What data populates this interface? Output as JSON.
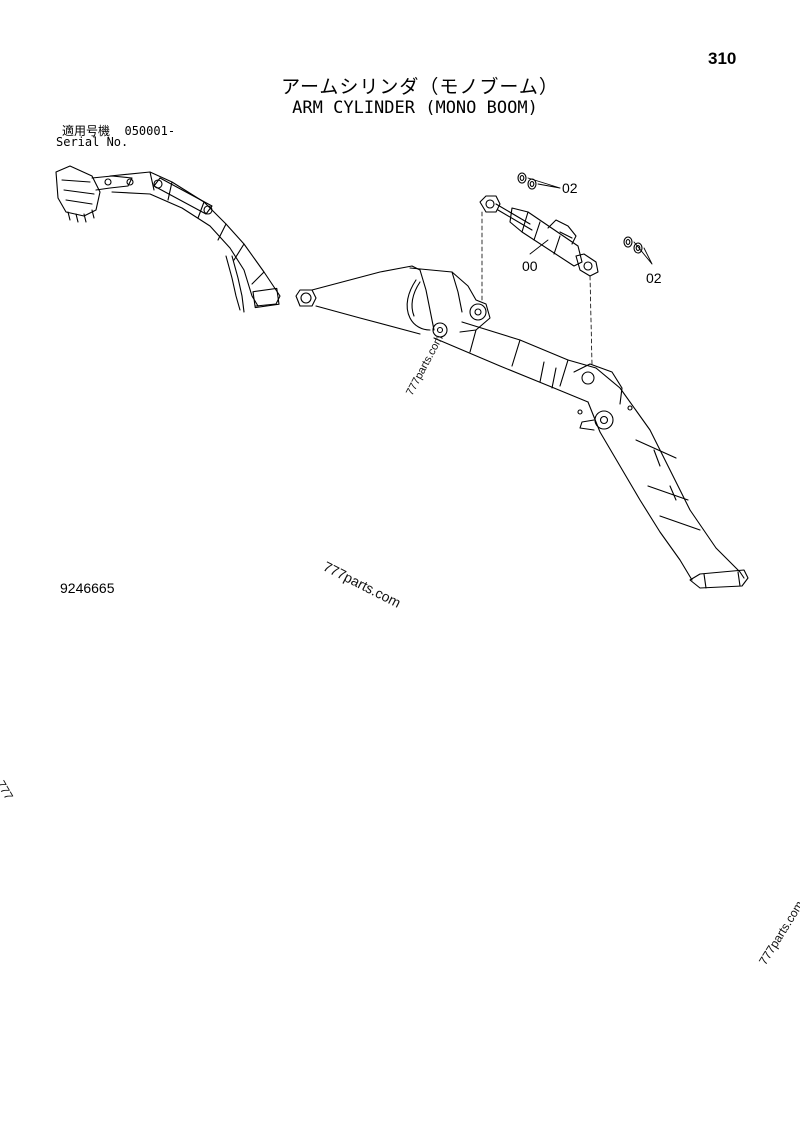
{
  "page": {
    "number": "310"
  },
  "title": {
    "japanese": "アームシリンダ（モノブーム）",
    "english": "ARM CYLINDER (MONO BOOM)"
  },
  "serial": {
    "label_japanese": "適用号機",
    "value": "050001-",
    "label_english": "Serial No."
  },
  "document_number": "9246665",
  "callouts": {
    "cylinder": "00",
    "bushings_top": "02",
    "bushings_bottom": "02"
  },
  "watermarks": {
    "boom": "777parts.com",
    "center": "777parts.com",
    "bottom_right": "777parts.com",
    "left_edge": "777"
  }
}
